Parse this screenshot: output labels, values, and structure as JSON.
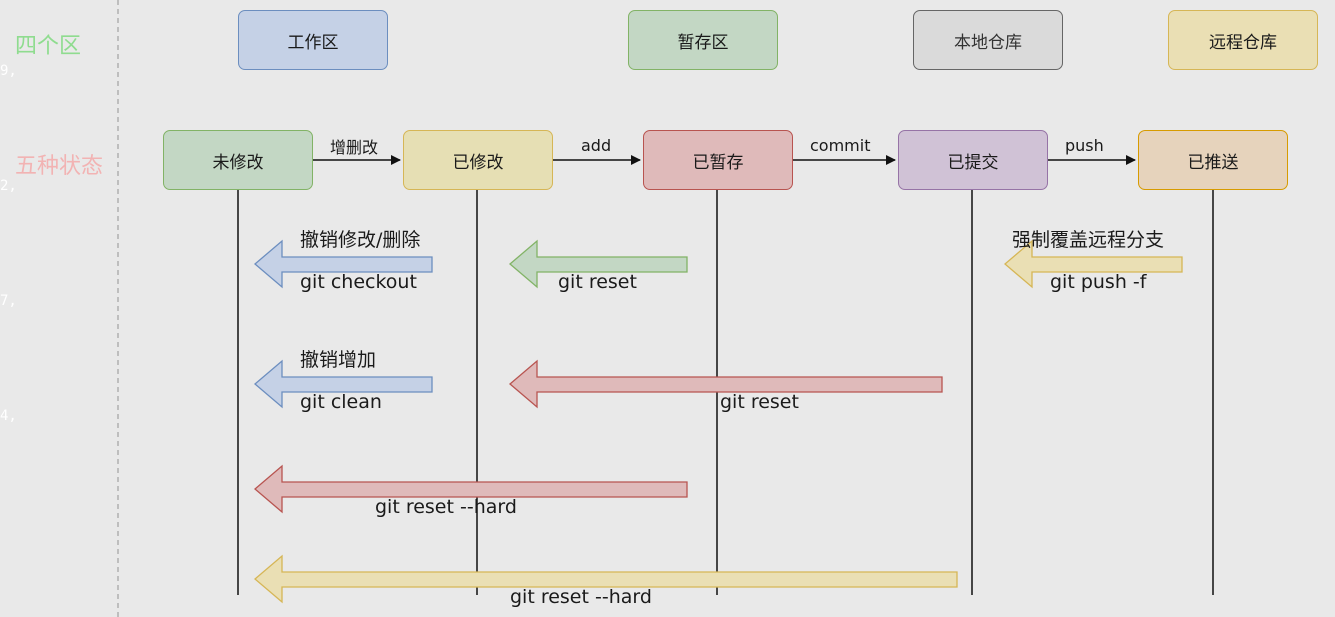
{
  "side_labels": {
    "zones": "四个区",
    "states": "五种状态"
  },
  "gutter_numbers": [
    "9,",
    "2,",
    "7,",
    "4,"
  ],
  "zones": [
    "工作区",
    "暂存区",
    "本地仓库",
    "远程仓库"
  ],
  "states": [
    "未修改",
    "已修改",
    "已暂存",
    "已提交",
    "已推送"
  ],
  "transitions": [
    "增删改",
    "add",
    "commit",
    "push"
  ],
  "commands": {
    "discard_title": "撤销修改/删除",
    "discard_cmd": "git checkout",
    "unstage_cmd": "git reset",
    "force_title": "强制覆盖远程分支",
    "force_cmd": "git push -f",
    "clean_title": "撤销增加",
    "clean_cmd": "git clean",
    "reset_commit_cmd": "git reset",
    "hard_from_staged_cmd": "git reset --hard",
    "hard_from_commit_cmd": "git reset --hard"
  },
  "colors": {
    "workspace_fill": "#c5d1e6",
    "workspace_stroke": "#6c8ebf",
    "stage_fill": "#c3d7c4",
    "stage_stroke": "#82b366",
    "local_fill": "#dadada",
    "local_stroke": "#666666",
    "remote_fill": "#eadfb4",
    "remote_stroke": "#d6b656",
    "unmodified_fill": "#c3d7c4",
    "modified_fill": "#e6dfb4",
    "staged_fill": "#dfbaba",
    "staged_stroke": "#b85450",
    "committed_fill": "#d0c2d6",
    "committed_stroke": "#9673a6",
    "pushed_fill": "#e6d3bc",
    "pushed_stroke": "#d79b00",
    "zones_label": "#8fdc8f",
    "states_label": "#f2b3b3"
  }
}
